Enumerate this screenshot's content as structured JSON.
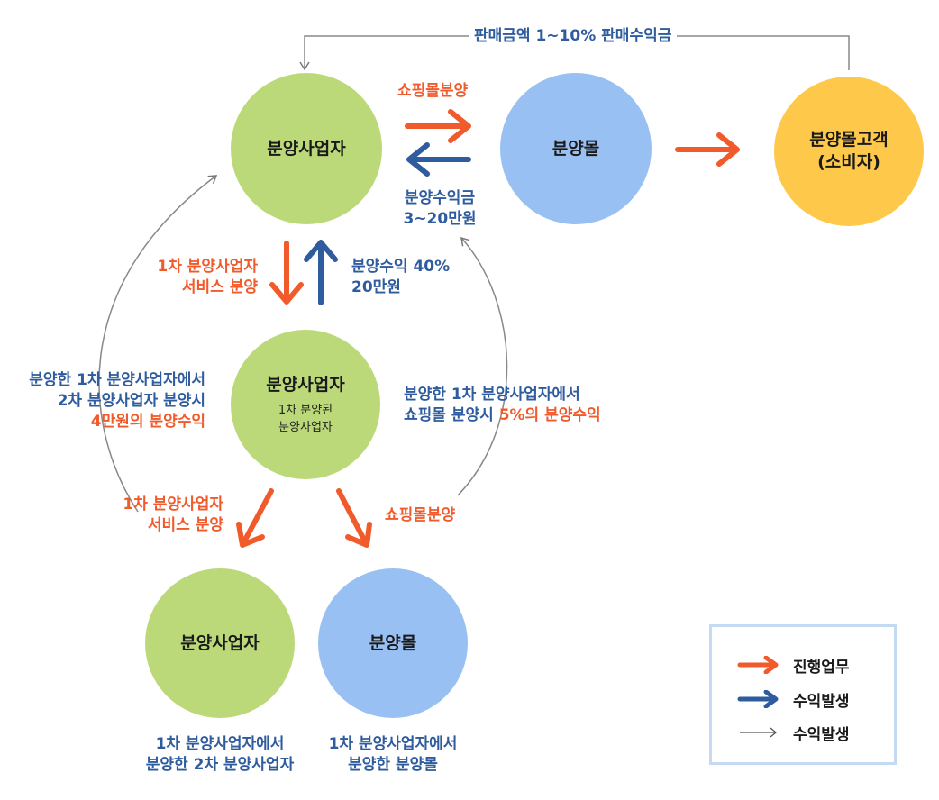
{
  "nodes": {
    "top_business": {
      "title": "분양사업자"
    },
    "top_mall": {
      "title": "분양몰"
    },
    "customer": {
      "title": "분양몰고객",
      "subtitle": "(소비자)"
    },
    "mid_business": {
      "title": "분양사업자",
      "sub1": "1차 분양된",
      "sub2": "분양사업자"
    },
    "bottom_business": {
      "title": "분양사업자",
      "caption1": "1차 분양사업자에서",
      "caption2": "분양한 2차 분양사업자"
    },
    "bottom_mall": {
      "title": "분양몰",
      "caption1": "1차 분양사업자에서",
      "caption2": "분양한 분양몰"
    }
  },
  "labels": {
    "top_feedback": "판매금액 1~10% 판매수익금",
    "mall_sale": "쇼핑몰분양",
    "mall_revenue_1": "분양수익금",
    "mall_revenue_2": "3~20만원",
    "service_1": "1차 분양사업자",
    "service_2": "서비스 분양",
    "revenue40_1": "분양수익 40%",
    "revenue40_2": "20만원",
    "left_1": "분양한 1차 분양사업자에서",
    "left_2": "2차 분양사업자 분양시",
    "left_3": "4만원의 분양수익",
    "right_1": "분양한 1차 분양사업자에서",
    "right_2a": "쇼핑몰 분양시 ",
    "right_2b": "5%의 분양수익",
    "lower_service_1": "1차 분양사업자",
    "lower_service_2": "서비스 분양",
    "lower_mall_sale": "쇼핑몰분양"
  },
  "legend": [
    {
      "label": "진행업무",
      "icon": "orange-arrow-icon"
    },
    {
      "label": "수익발생",
      "icon": "blue-arrow-icon"
    },
    {
      "label": "수익발생",
      "icon": "thin-arrow-icon"
    }
  ],
  "colors": {
    "orange": "#f15a2b",
    "blue": "#2e5c9e",
    "green": "#bcd97a",
    "lightblue": "#99c0f2",
    "yellow": "#fec84a",
    "gray": "#888888"
  }
}
